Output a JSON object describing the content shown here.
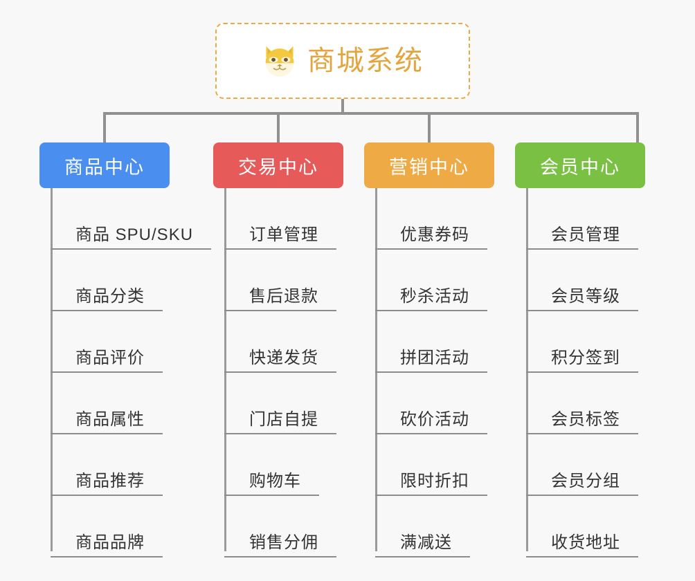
{
  "diagram": {
    "background_color": "#f8f8f8",
    "connector_color": "#909090",
    "root": {
      "title": "商城系统",
      "icon": "shiba-dog-face-icon",
      "text_color": "#e3a63e",
      "border_color": "#e9ab3f",
      "fill_color": "#ffffff"
    },
    "columns": [
      {
        "id": "product-center",
        "label": "商品中心",
        "color": "#4a8ef0",
        "items": [
          "商品 SPU/SKU",
          "商品分类",
          "商品评价",
          "商品属性",
          "商品推荐",
          "商品品牌"
        ]
      },
      {
        "id": "trade-center",
        "label": "交易中心",
        "color": "#e65a5a",
        "items": [
          "订单管理",
          "售后退款",
          "快递发货",
          "门店自提",
          "购物车",
          "销售分佣"
        ]
      },
      {
        "id": "marketing-center",
        "label": "营销中心",
        "color": "#eeaa44",
        "items": [
          "优惠券码",
          "秒杀活动",
          "拼团活动",
          "砍价活动",
          "限时折扣",
          "满减送"
        ]
      },
      {
        "id": "member-center",
        "label": "会员中心",
        "color": "#7ac143",
        "items": [
          "会员管理",
          "会员等级",
          "积分签到",
          "会员标签",
          "会员分组",
          "收货地址"
        ]
      }
    ]
  }
}
